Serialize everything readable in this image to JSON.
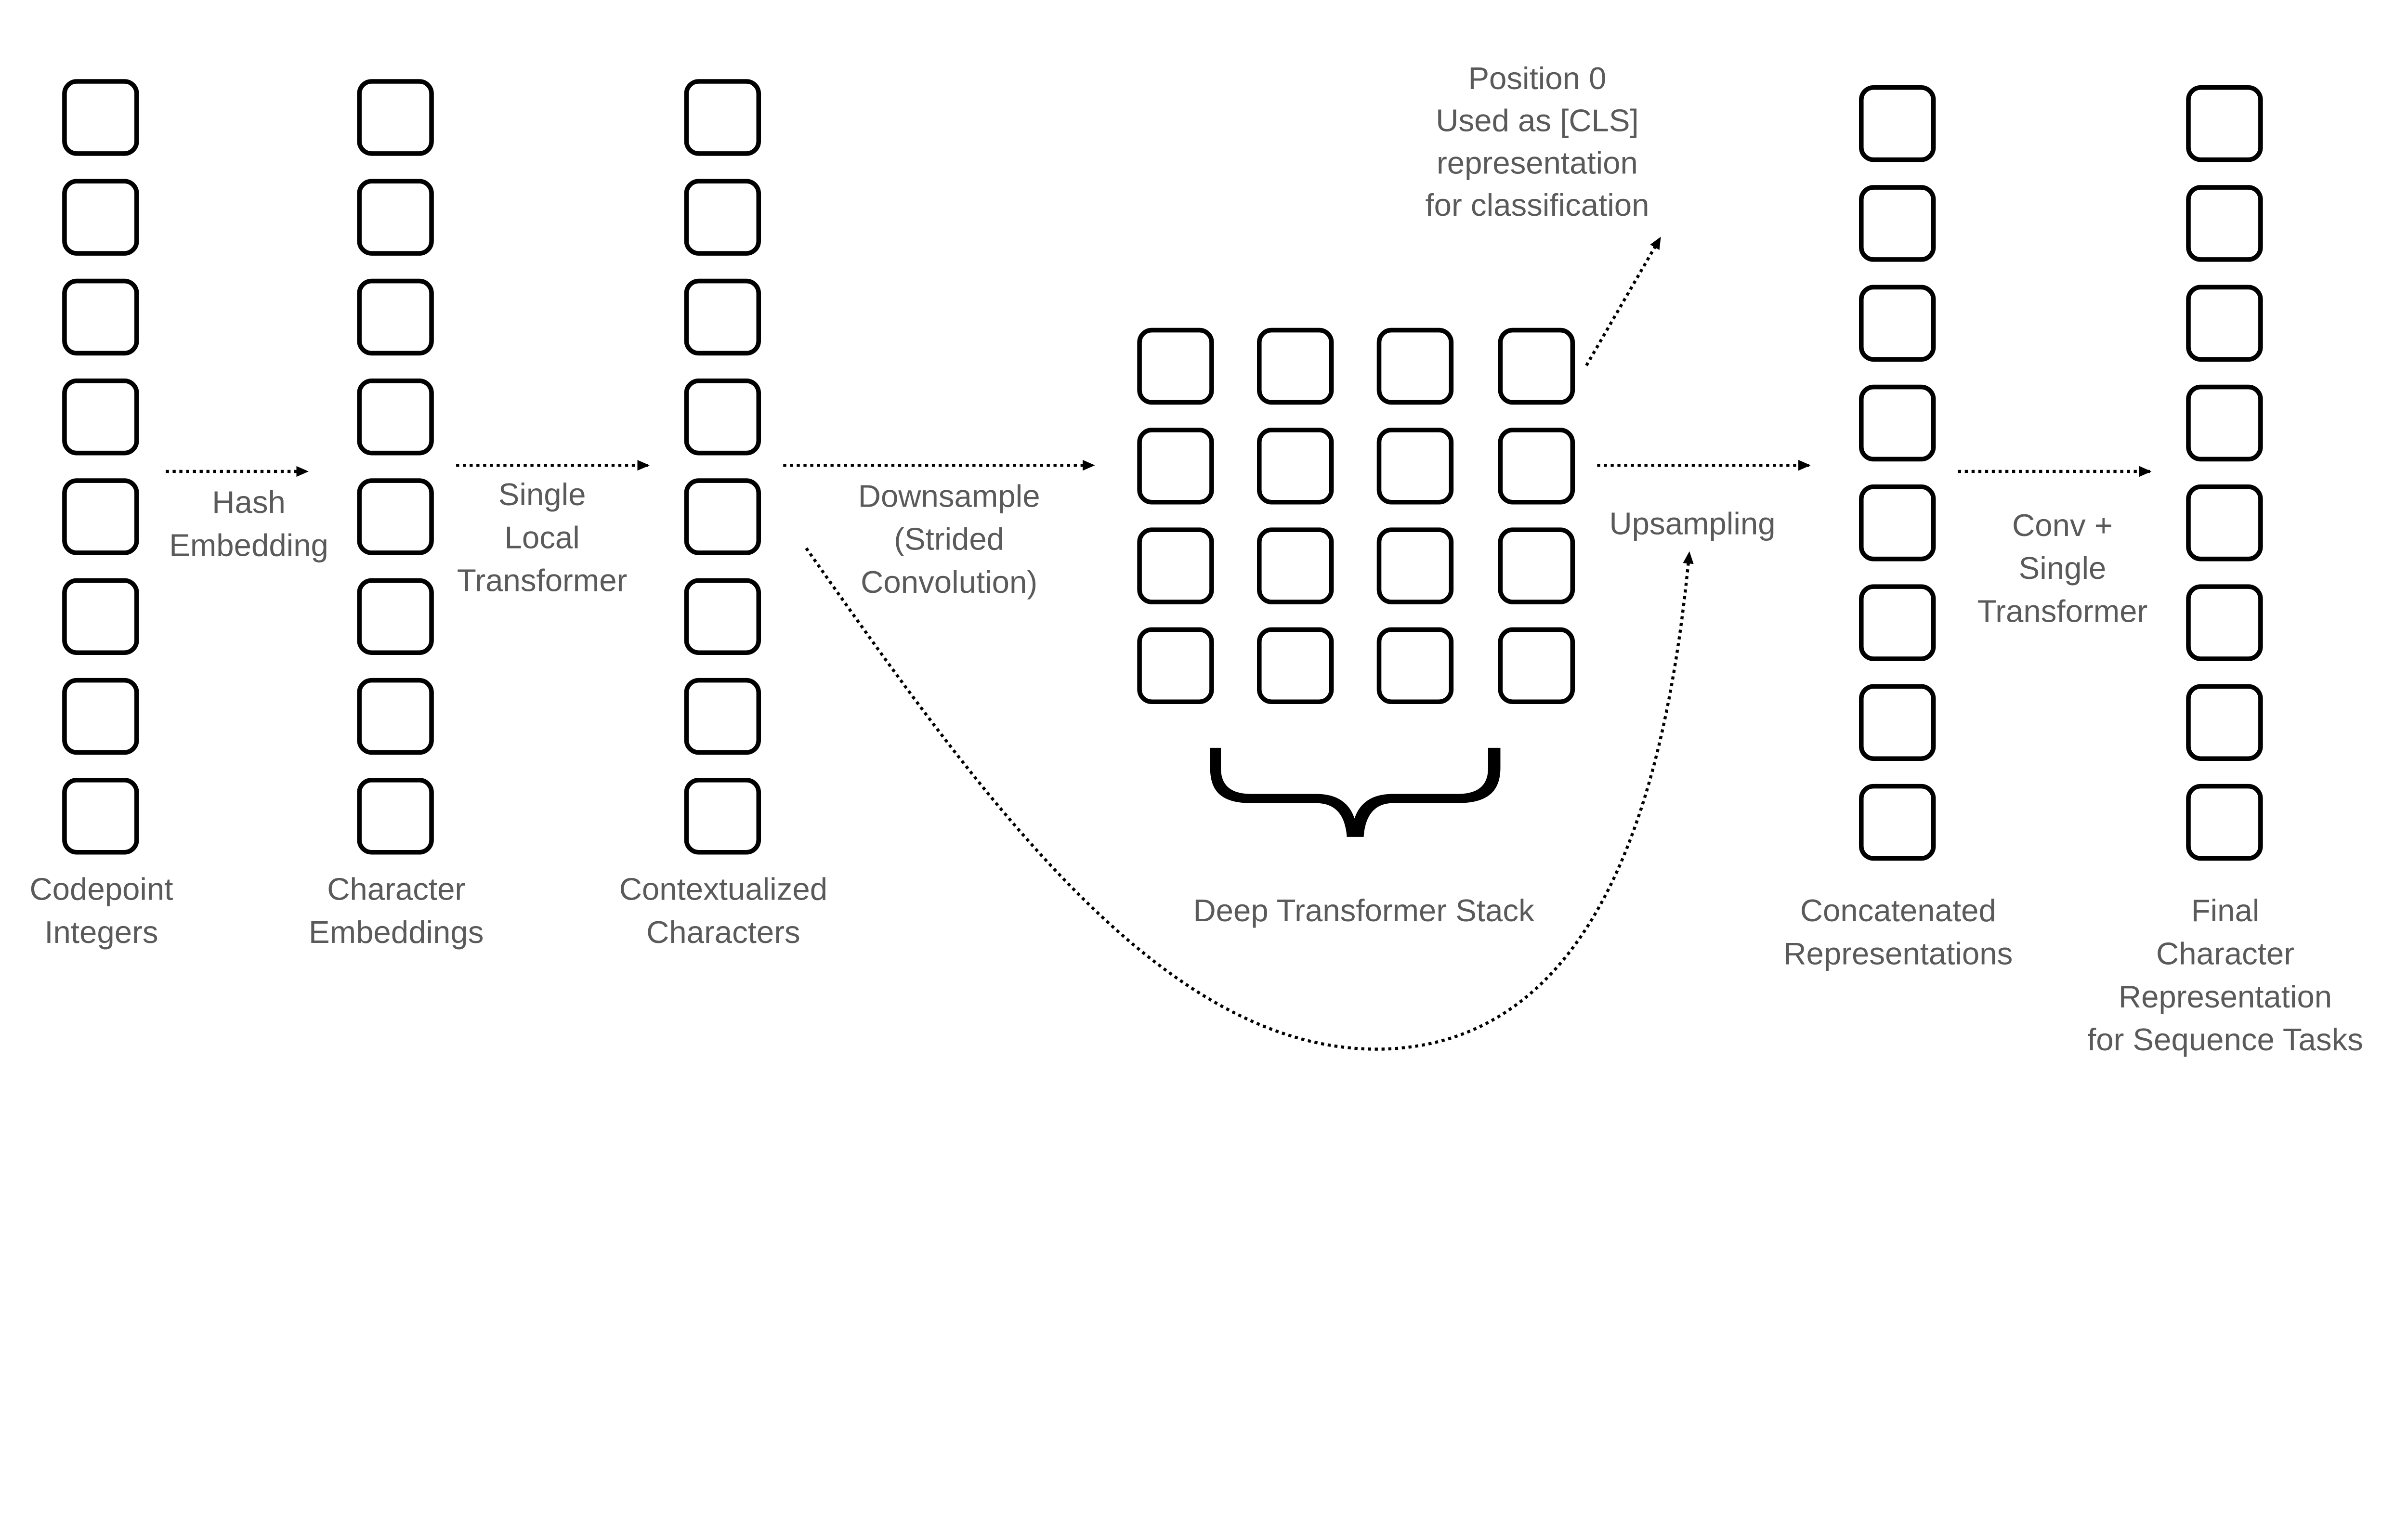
{
  "columns": [
    {
      "label": [
        "Codepoint",
        "Integers"
      ]
    },
    {
      "label": [
        "Character",
        "Embeddings"
      ]
    },
    {
      "label": [
        "Contextualized",
        "Characters"
      ]
    },
    {
      "label": [
        "Concatenated",
        "Representations"
      ]
    },
    {
      "label": [
        "Final",
        "Character",
        "Representation",
        "for Sequence Tasks"
      ]
    }
  ],
  "arrows": [
    {
      "label": [
        "Hash",
        "Embedding"
      ]
    },
    {
      "label": [
        "Single",
        "Local",
        "Transformer"
      ]
    },
    {
      "label": [
        "Downsample",
        "(Strided",
        "Convolution)"
      ]
    },
    {
      "label": [
        "Upsampling"
      ]
    },
    {
      "label": [
        "Conv +",
        "Single",
        "Transformer"
      ]
    }
  ],
  "grid": {
    "label": "Deep Transformer Stack"
  },
  "cls_note": [
    "Position 0",
    "Used as [CLS]",
    "representation",
    "for classification"
  ],
  "colors": {
    "box_stroke": "#000000",
    "text": "#5a5a5a"
  }
}
